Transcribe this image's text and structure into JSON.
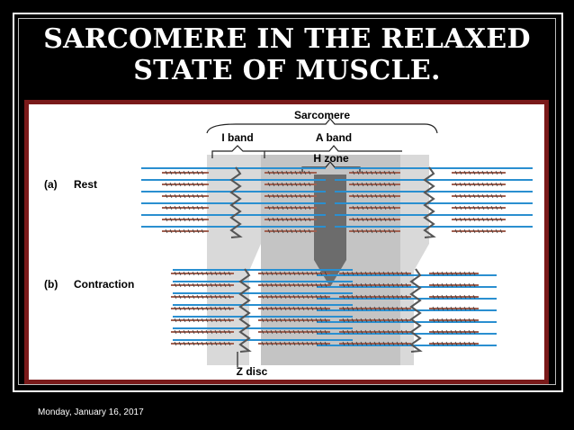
{
  "slide": {
    "title_line1": "SARCOMERE IN THE RELAXED",
    "title_line2": "STATE OF MUSCLE.",
    "date": "Monday, January 16, 2017"
  },
  "diagram": {
    "labels": {
      "sarcomere": "Sarcomere",
      "i_band": "I band",
      "a_band": "A band",
      "h_zone": "H zone",
      "rest_letter": "(a)",
      "rest": "Rest",
      "contraction_letter": "(b)",
      "contraction": "Contraction",
      "z_disc": "Z disc"
    },
    "colors": {
      "frame": "#7a1a1a",
      "thin_filament": "#2a8fd0",
      "thick_filament": "#a06050",
      "h_zone_fill": "#6c6c6c",
      "band_shade": "#c8c8c8"
    }
  }
}
